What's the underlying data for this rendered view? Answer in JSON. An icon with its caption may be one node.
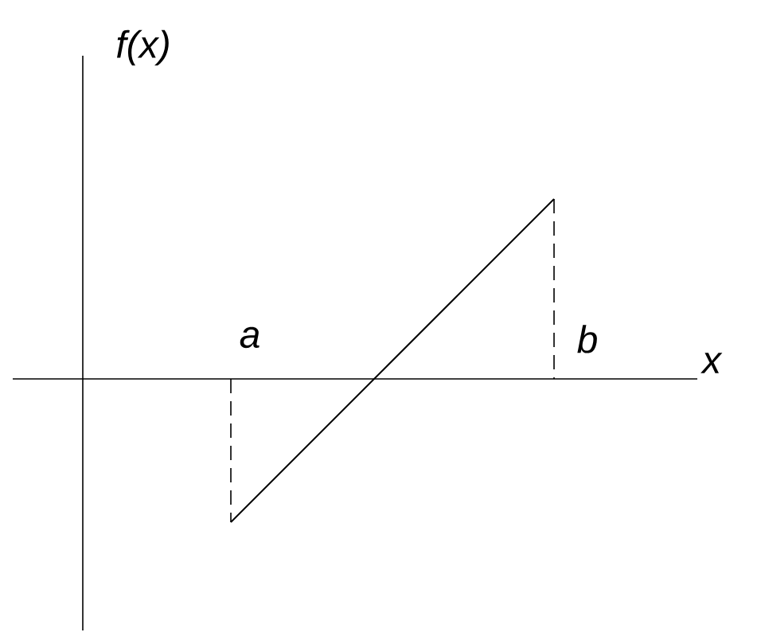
{
  "diagram": {
    "labels": [
      "f(x)",
      "a",
      "b",
      "x"
    ]
  }
}
